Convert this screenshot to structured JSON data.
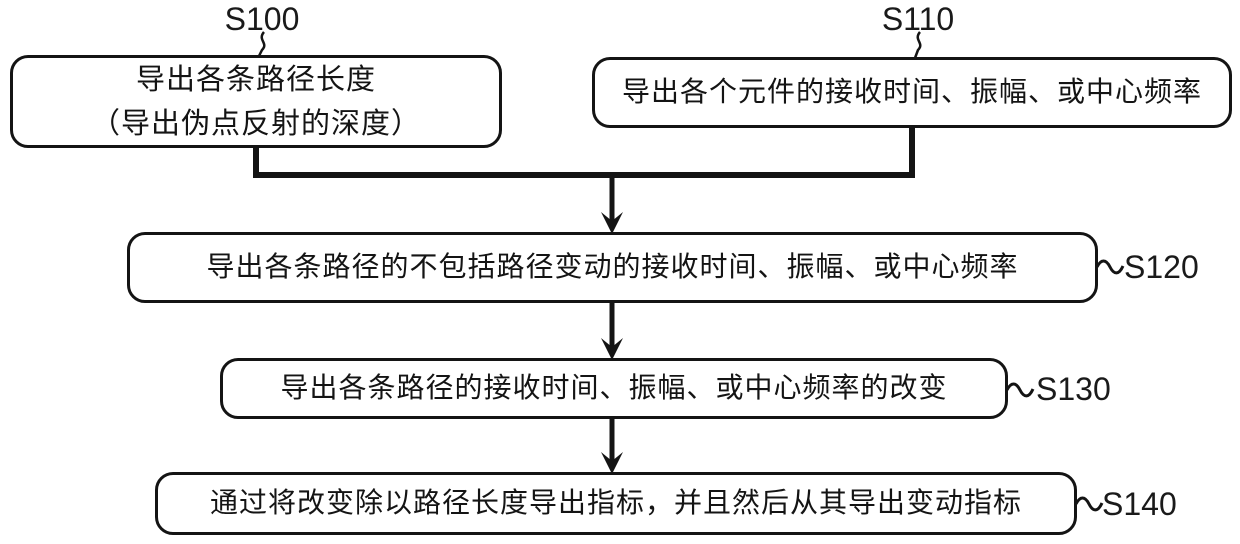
{
  "figure": {
    "type": "flowchart",
    "background_color": "#ffffff",
    "line_color": "#141414"
  },
  "steps": {
    "s100": {
      "label": "S100",
      "line1": "导出各条路径长度",
      "line2": "（导出伪点反射的深度）"
    },
    "s110": {
      "label": "S110",
      "text": "导出各个元件的接收时间、振幅、或中心频率"
    },
    "s120": {
      "label": "S120",
      "text": "导出各条路径的不包括路径变动的接收时间、振幅、或中心频率"
    },
    "s130": {
      "label": "S130",
      "text": "导出各条路径的接收时间、振幅、或中心频率的改变"
    },
    "s140": {
      "label": "S140",
      "text": "通过将改变除以路径长度导出指标，并且然后从其导出变动指标"
    }
  }
}
